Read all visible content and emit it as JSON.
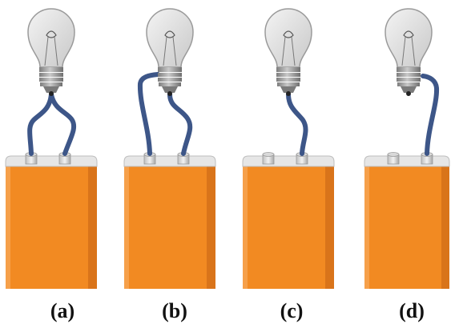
{
  "figure": {
    "panels": [
      {
        "label": "(a)",
        "wires": "both-terminals",
        "bulb_base": "bottom-tip"
      },
      {
        "label": "(b)",
        "wires": "both-terminals",
        "bulb_base": "side-and-tip"
      },
      {
        "label": "(c)",
        "wires": "one-terminal",
        "bulb_base": "bottom-tip"
      },
      {
        "label": "(d)",
        "wires": "one-terminal",
        "bulb_base": "side"
      }
    ],
    "colors": {
      "battery_body": "#F28A22",
      "battery_top": "#E6E6E6",
      "wire": "#3D5688",
      "bulb_glass": "#DCDCDC",
      "bulb_base": "#9A9A9A"
    }
  }
}
